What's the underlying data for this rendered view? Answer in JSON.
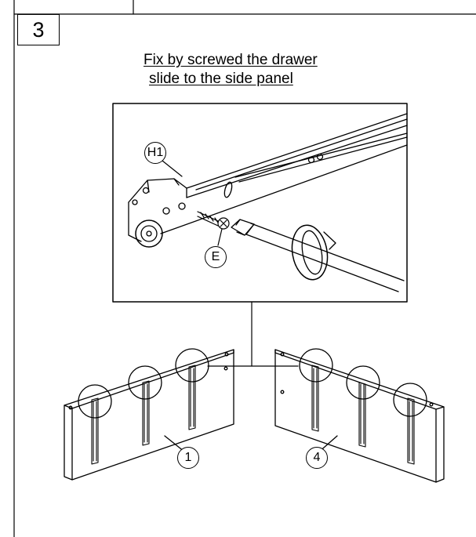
{
  "step": {
    "number": "3"
  },
  "instruction": {
    "line1": "Fix by screwed the drawer",
    "line2": "slide to the side panel"
  },
  "labels": {
    "part_h1": "H1",
    "part_e": "E",
    "panel_left": "1",
    "panel_right": "4"
  }
}
